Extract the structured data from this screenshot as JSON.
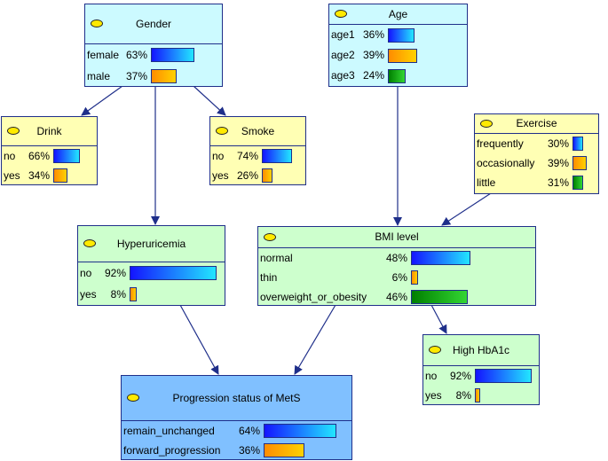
{
  "colors": {
    "edge": "#1f2f8a",
    "gender_bg": "#ccfaff",
    "drink_smoke_exercise_bg": "#ffffb4",
    "age_bg": "#ccfaff",
    "green_bg": "#cdffcd",
    "outcome_bg": "#80c0ff"
  },
  "nodes": {
    "gender": {
      "title": "Gender",
      "states": [
        {
          "label": "female",
          "pct": "63%",
          "value": 63
        },
        {
          "label": "male",
          "pct": "37%",
          "value": 37
        }
      ]
    },
    "age": {
      "title": "Age",
      "states": [
        {
          "label": "age1",
          "pct": "36%",
          "value": 36
        },
        {
          "label": "age2",
          "pct": "39%",
          "value": 39
        },
        {
          "label": "age3",
          "pct": "24%",
          "value": 24
        }
      ]
    },
    "drink": {
      "title": "Drink",
      "states": [
        {
          "label": "no",
          "pct": "66%",
          "value": 66
        },
        {
          "label": "yes",
          "pct": "34%",
          "value": 34
        }
      ]
    },
    "smoke": {
      "title": "Smoke",
      "states": [
        {
          "label": "no",
          "pct": "74%",
          "value": 74
        },
        {
          "label": "yes",
          "pct": "26%",
          "value": 26
        }
      ]
    },
    "exercise": {
      "title": "Exercise",
      "states": [
        {
          "label": "frequently",
          "pct": "30%",
          "value": 30
        },
        {
          "label": "occasionally",
          "pct": "39%",
          "value": 39
        },
        {
          "label": "little",
          "pct": "31%",
          "value": 31
        }
      ]
    },
    "hyperuricemia": {
      "title": "Hyperuricemia",
      "states": [
        {
          "label": "no",
          "pct": "92%",
          "value": 92
        },
        {
          "label": "yes",
          "pct": "8%",
          "value": 8
        }
      ]
    },
    "bmi": {
      "title": "BMI level",
      "states": [
        {
          "label": "normal",
          "pct": "48%",
          "value": 48
        },
        {
          "label": "thin",
          "pct": "6%",
          "value": 6
        },
        {
          "label": "overweight_or_obesity",
          "pct": "46%",
          "value": 46
        }
      ]
    },
    "hba1c": {
      "title": "High HbA1c",
      "states": [
        {
          "label": "no",
          "pct": "92%",
          "value": 92
        },
        {
          "label": "yes",
          "pct": "8%",
          "value": 8
        }
      ]
    },
    "mets": {
      "title": "Progression status of MetS",
      "states": [
        {
          "label": "remain_unchanged",
          "pct": "64%",
          "value": 64
        },
        {
          "label": "forward_progression",
          "pct": "36%",
          "value": 36
        }
      ]
    }
  }
}
